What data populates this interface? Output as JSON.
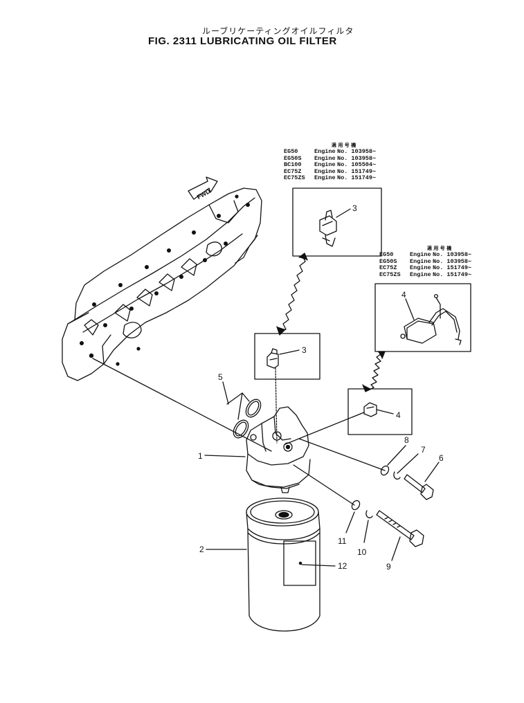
{
  "title": {
    "japanese": "ルーブリケーティングオイルフィルタ",
    "english": "FIG. 2311  LUBRICATING OIL FILTER"
  },
  "applicability_tables": [
    {
      "header": "適 用 号 機",
      "rows": [
        {
          "model": "EG50",
          "engine_label": "Engine",
          "serial": "No. 103958~"
        },
        {
          "model": "EG50S",
          "engine_label": "Engine",
          "serial": "No. 103958~"
        },
        {
          "model": "BC100",
          "engine_label": "Engine",
          "serial": "No. 105504~"
        },
        {
          "model": "EC75Z",
          "engine_label": "Engine",
          "serial": "No. 151749~"
        },
        {
          "model": "EC75ZS",
          "engine_label": "Engine",
          "serial": "No. 151749~"
        }
      ]
    },
    {
      "header": "適 用 号 機",
      "rows": [
        {
          "model": "EG50",
          "engine_label": "Engine",
          "serial": "No. 103958~"
        },
        {
          "model": "EG50S",
          "engine_label": "Engine",
          "serial": "No. 103958~"
        },
        {
          "model": "EC75Z",
          "engine_label": "Engine",
          "serial": "No. 151749~"
        },
        {
          "model": "EC75ZS",
          "engine_label": "Engine",
          "serial": "No. 151749~"
        }
      ]
    }
  ],
  "fwd_label": "FWD",
  "callouts": {
    "c1": "1",
    "c2": "2",
    "c3a": "3",
    "c3b": "3",
    "c4a": "4",
    "c4b": "4",
    "c5": "5",
    "c6": "6",
    "c7": "7",
    "c8": "8",
    "c9": "9",
    "c10": "10",
    "c11": "11",
    "c12": "12"
  }
}
